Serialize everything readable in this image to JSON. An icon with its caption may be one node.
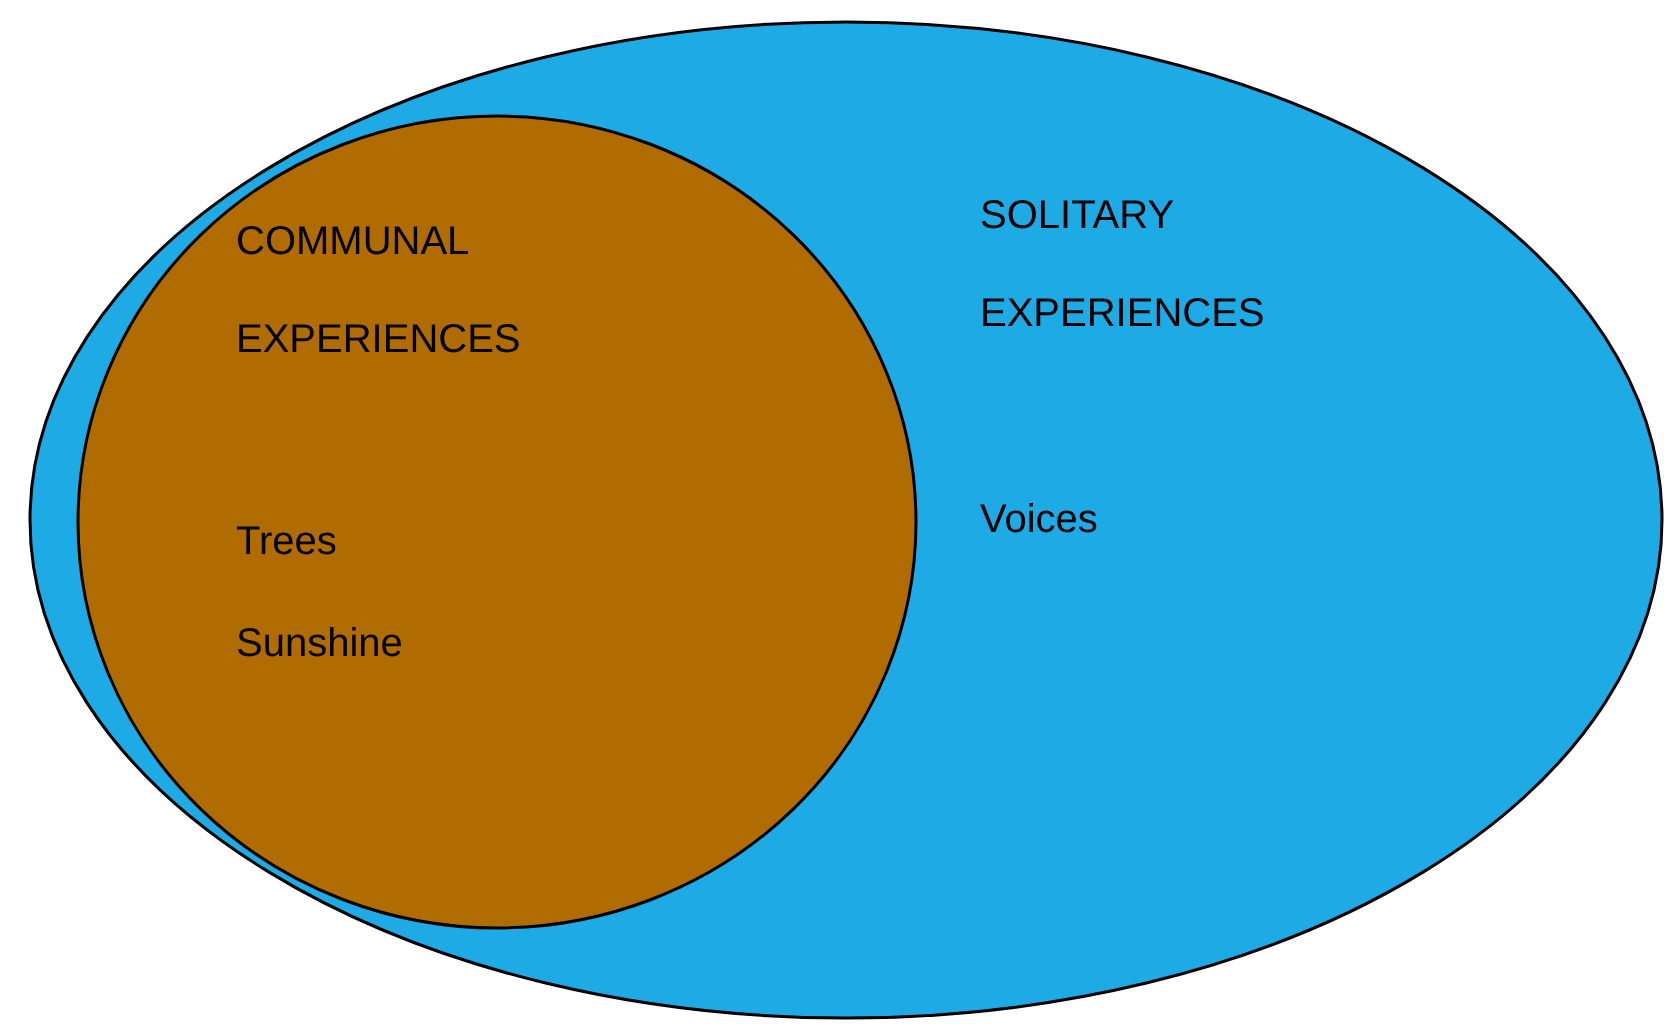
{
  "diagram": {
    "nodes": [
      {
        "text": [
          "SOLITARY EXPERIENCES",
          "Voices"
        ]
      },
      {
        "text": [
          "COMMUNAL EXPERIENCES",
          "Trees",
          "Sunshine"
        ],
        "in": 0
      }
    ]
  }
}
